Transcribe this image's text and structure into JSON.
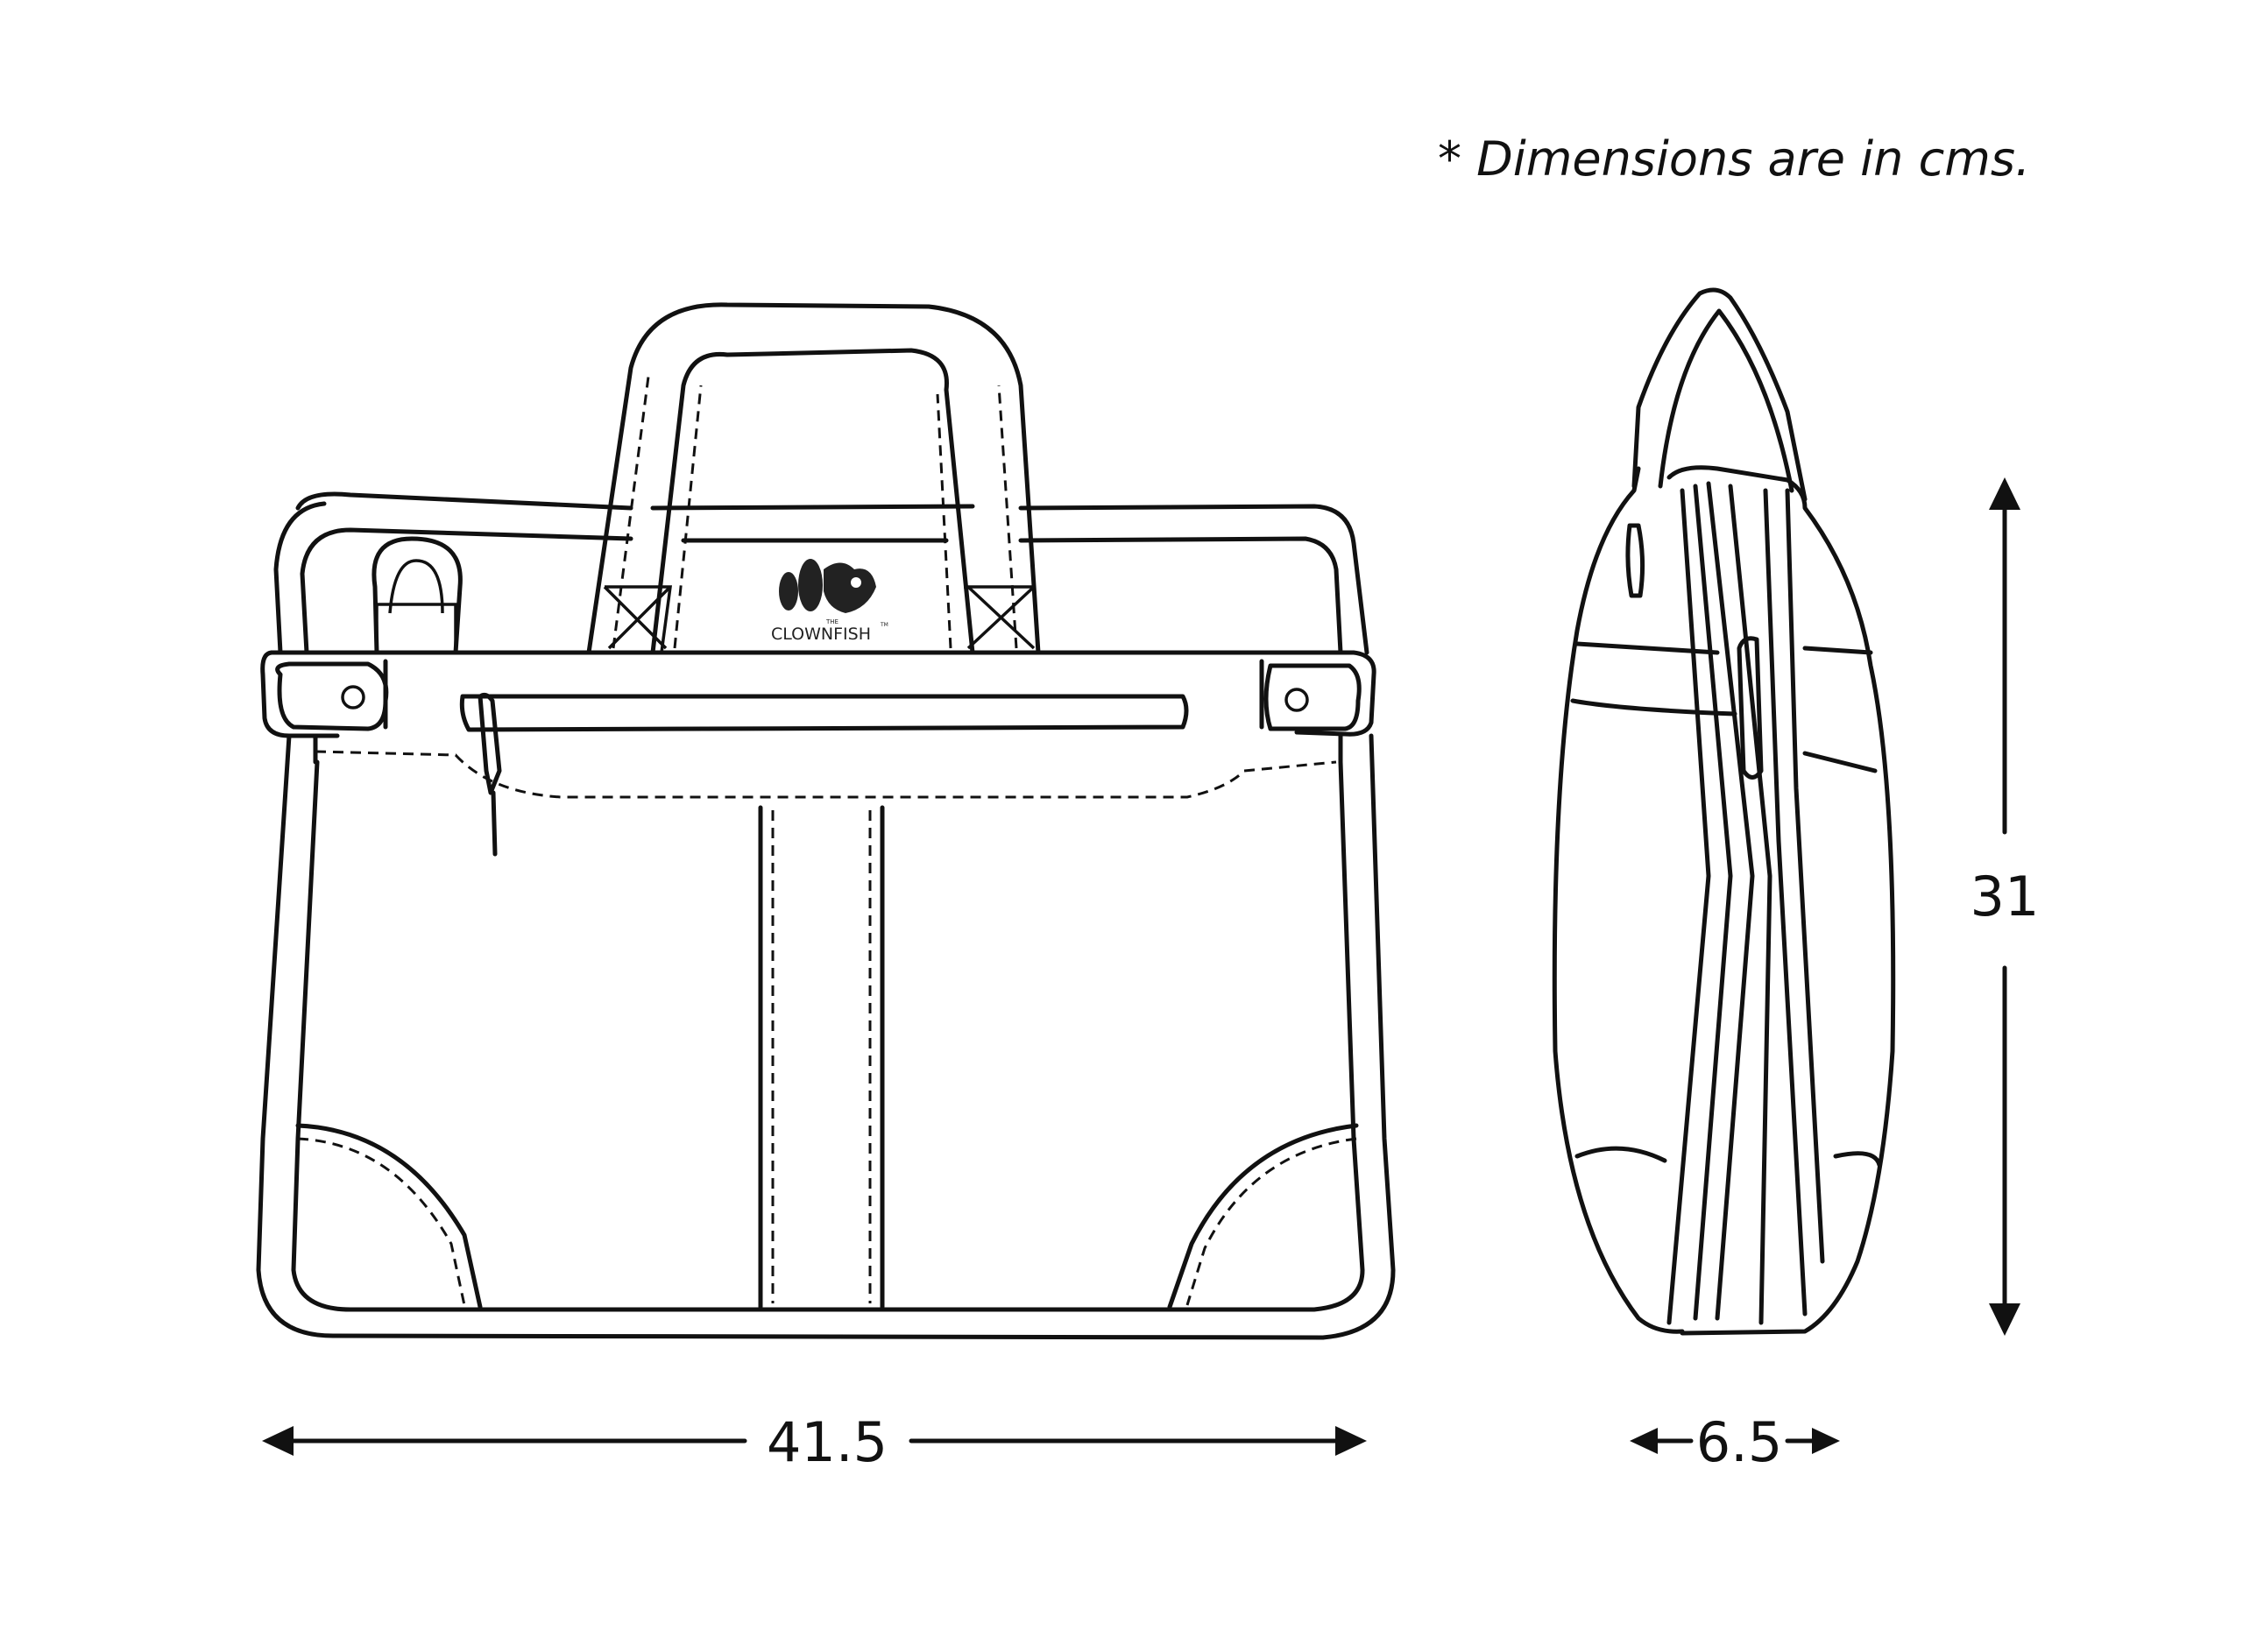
{
  "note": "* Dimensions are in cms.",
  "logo": {
    "small": "THE",
    "brand": "CLOWNFISH",
    "tm": "TM"
  },
  "dimensions": {
    "width": "41.5",
    "height": "31",
    "depth": "6.5"
  },
  "colors": {
    "line": "#111111",
    "background": "#ffffff"
  }
}
